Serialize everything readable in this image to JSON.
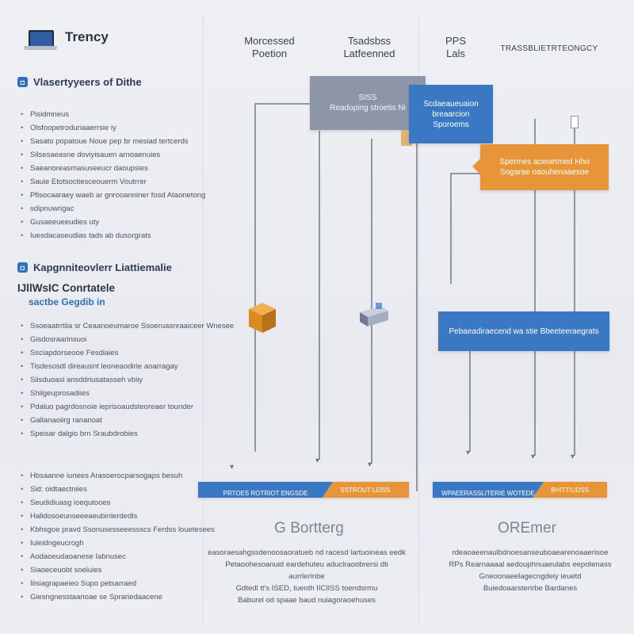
{
  "brand": {
    "name": "Trency",
    "icon": "laptop-icon"
  },
  "sidebar": {
    "section1": {
      "title": "Vlasertyyeers of Dithe",
      "items": [
        "Pisidmrieus",
        "Olsfoopetroduriaaerrsie iy",
        "Sasato popatoue Noue pep br mesiad tertcerds",
        "Silsesaeasne doviyisauen arnoaenuies",
        "Saeanoreasmasuseeucr daoupsies",
        "Sauie Etotsoctiesceouerm Voutrrer",
        "Pfisocaaraey waeb ar gnrooanniner fosd Ataonetong",
        "sdipnuwrigac",
        "Gusaeeueeudies uty",
        "Iuesdacaseudias tads ab dusorgrats"
      ]
    },
    "section2": {
      "title": "Kapgnniteovlerr Liattiemalie",
      "subtitle": "IJllWsIC Conrtatele",
      "caption": "sactbe Gegdib in",
      "items": [
        "Ssoeaatrrtiia sr Ceaanoeumaroe Ssoeruasnraaiceer Wnesee",
        "Gisdosraarinsuoi",
        "Ssciapdorseooe Fesdiaies",
        "Tisdesosdl direausnt leoneaodirie aoarragay",
        "Siisduoasl ansddriusatasseh vbiiy",
        "Shilgeuprosadiies",
        "Pdaluo pagrdosnoie ieprisoaudsteoreaer tounder",
        "Gallanaoiirg rananoat",
        "Speisar dalgio brn Sraubdrobies"
      ]
    },
    "section3": {
      "items": [
        "Hbsaanne iunees Arasoerocparsogaps besuh",
        "Sid: oidtaectniies",
        "Seudidiuasg ioequtooes",
        "Halidosoeunseeeaeubinlerdedls",
        "Kbhsgoe pravd Ssonusesseeessscs Ferdss louetesees",
        "Iuleidngeucrogh",
        "Aodaoeudaoanese Iabnusec",
        "Siaoeceuobt soeluies",
        "Iiisiagrapaeieo Supo petsarraed",
        "Giesngnesstaanoae se Sprariedaacene"
      ]
    }
  },
  "columns": [
    {
      "label": "Morcessed\nPoetion"
    },
    {
      "label": "Tsadsbss\nLatfeenned"
    },
    {
      "label": "PPS\nLals"
    },
    {
      "label": "TRASSBLIETRTEONGCY"
    }
  ],
  "boxes": {
    "gray_top": "SISS\nReadoping stroetis Ni",
    "blue_top": "Scdaeaueuaion\nbreaarcion\nSporoems",
    "orange_right": "Spermes aceoetmed Hho\nSogarae oaouhenaaesoe",
    "blue_mid": "Pebaeadiraecend wa stie Bbeeteeraegrats"
  },
  "bars": {
    "left": {
      "blue_label": "PRTOES ROTRIOT ENGSDE",
      "orange_label": "SSTROUT LEISS"
    },
    "right": {
      "blue_label": "WPAEERASSLITERIE WOTEDE",
      "orange_label": "BHITTIUDSS"
    }
  },
  "results": {
    "left": {
      "title": "G Bortterg",
      "lines": [
        "easoraesahgssdenoosaoratueb nd  racesd lartuoineas eedk",
        "Petaoohesoanuid eardehuteu aduclraoobrersi dti aurrlerinbe",
        "Gdtedl tt's   ISED,  tuenth IIClISS  toendsrmu",
        "Baburel od spaae baud nuiagoraoehuses"
      ]
    },
    "right": {
      "title": "OREmer",
      "lines": [
        "rdeaoaeenaulbdnoesanseuboaearenoaaerisoe",
        "RPs Rearnaaaal aedouphnuaeulabs eepotenass",
        "Gneoonaeelagecngdeiy ieuetd",
        "Buiedoaarsterirbe Bardanes"
      ]
    }
  },
  "colors": {
    "blue": "#3b78c4",
    "orange": "#e8953a",
    "gray": "#8c96a8"
  }
}
